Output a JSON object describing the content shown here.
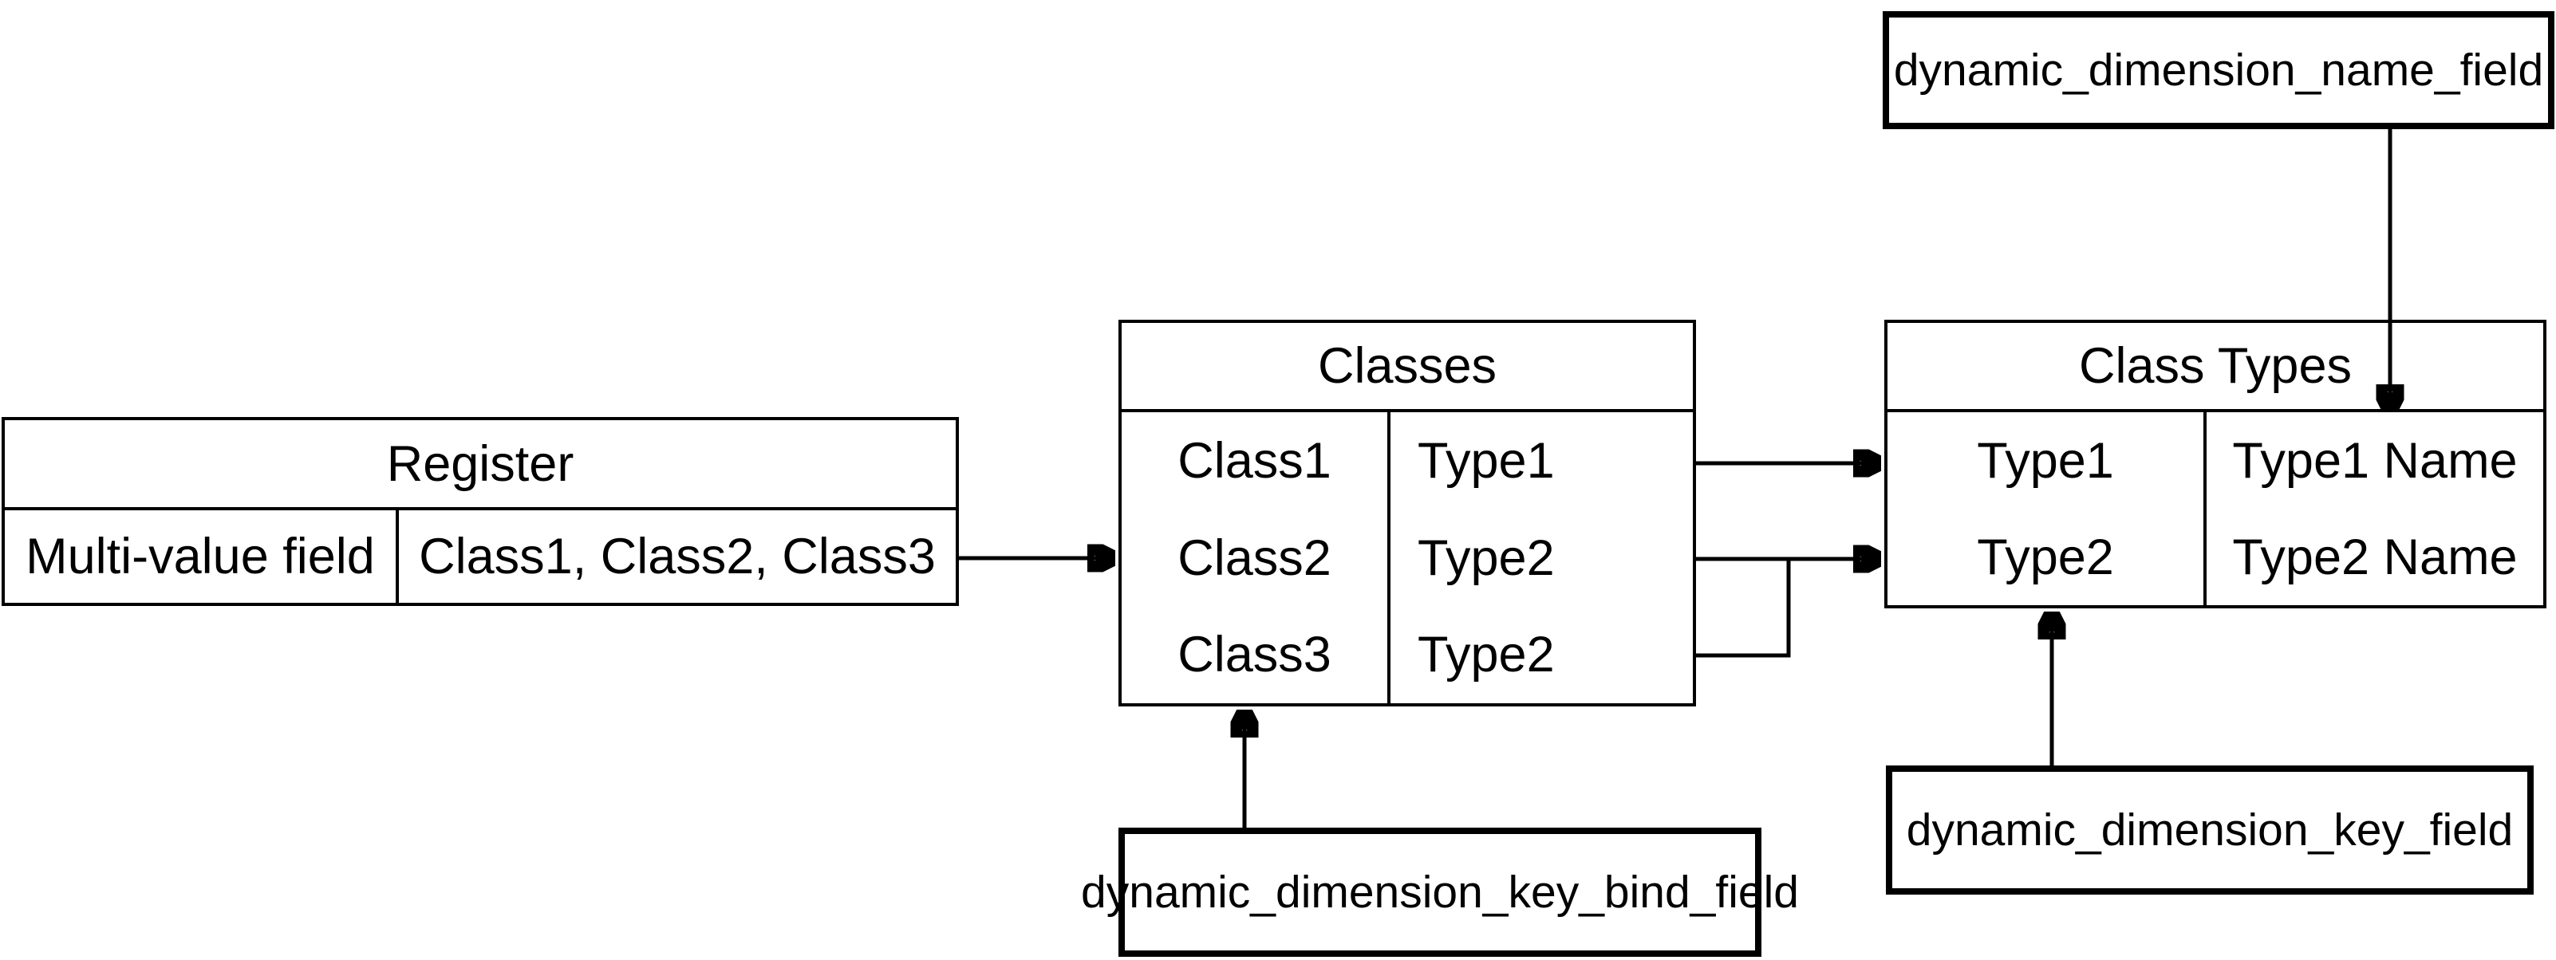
{
  "diagram": {
    "register_table": {
      "title": "Register",
      "row": {
        "label": "Multi-value field",
        "value": "Class1, Class2, Class3"
      }
    },
    "classes_table": {
      "title": "Classes",
      "rows": [
        {
          "class": "Class1",
          "type": "Type1"
        },
        {
          "class": "Class2",
          "type": "Type2"
        },
        {
          "class": "Class3",
          "type": "Type2"
        }
      ]
    },
    "class_types_table": {
      "title": "Class Types",
      "rows": [
        {
          "type": "Type1",
          "name": "Type1 Name"
        },
        {
          "type": "Type2",
          "name": "Type2 Name"
        }
      ]
    },
    "annotations": {
      "name_field": "dynamic_dimension_name_field",
      "key_bind_field": "dynamic_dimension_key_bind_field",
      "key_field": "dynamic_dimension_key_field"
    },
    "colors": {
      "stroke": "#000000",
      "background": "#ffffff",
      "text": "#000000"
    }
  }
}
